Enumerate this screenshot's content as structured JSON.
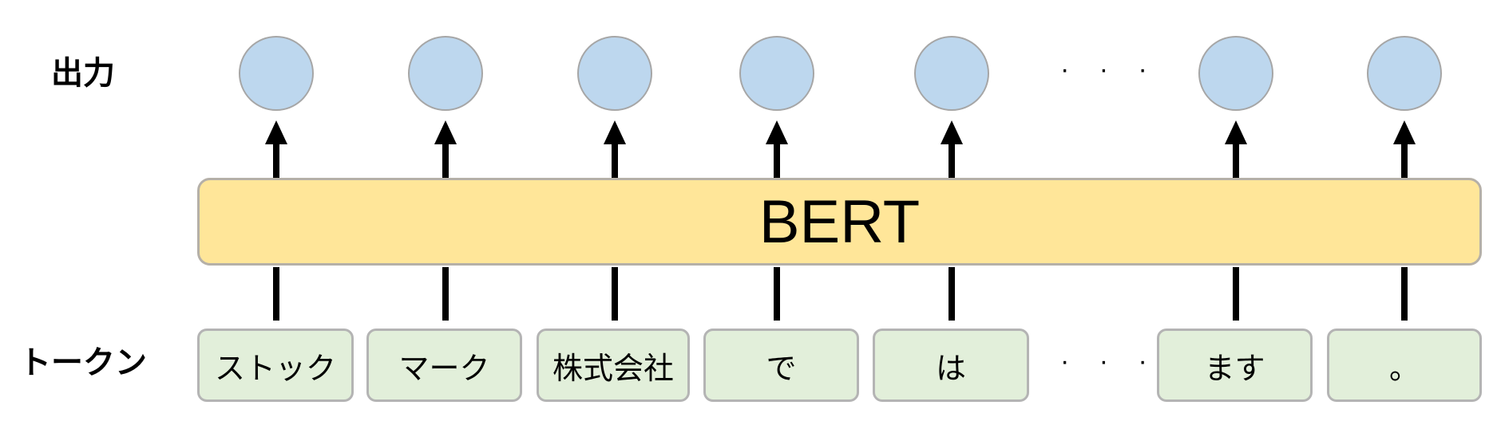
{
  "labels": {
    "output": "出力",
    "tokens": "トークン"
  },
  "model": {
    "name": "BERT"
  },
  "ellipsis": "· · ·",
  "tokens": [
    "ストック",
    "マーク",
    "株式会社",
    "で",
    "は",
    "ます",
    "。"
  ],
  "colors": {
    "output_node": "#bdd7ee",
    "model_box": "#ffe699",
    "token_box": "#e2efda"
  }
}
